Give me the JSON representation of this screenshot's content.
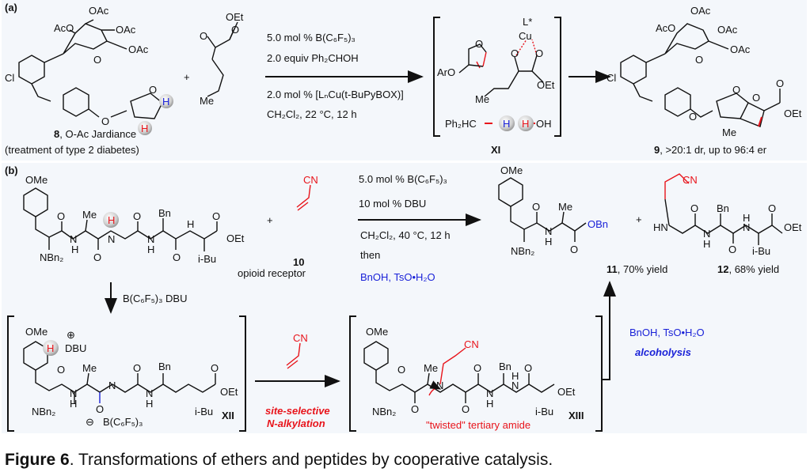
{
  "panel_a": {
    "label": "(a)",
    "sm8": {
      "atoms": [
        "OAc",
        "AcO",
        "OAc",
        "O",
        "OAc",
        "Cl",
        "O",
        "O",
        "H",
        "H"
      ],
      "number": "8",
      "name": ", O-Ac Jardiance",
      "note": "(treatment of type 2 diabetes)"
    },
    "ketoester": {
      "atoms": [
        "OEt",
        "O",
        "O",
        "Me"
      ],
      "plus": "+"
    },
    "conditions": {
      "line1": "5.0 mol %  B(C₆F₅)₃",
      "line2": "2.0 equiv   Ph₂CHOH",
      "line3": "2.0 mol %  [LₙCu(t-BuPyBOX)]",
      "line4": "CH₂Cl₂, 22 °C, 12 h"
    },
    "intermediate_XI": {
      "atoms": [
        "L*",
        "Cu",
        "O",
        "O",
        "O",
        "ArO",
        "OEt",
        "Me",
        "Ph₂HC",
        "H",
        "H",
        "OH"
      ],
      "label": "XI"
    },
    "product9": {
      "atoms": [
        "OAc",
        "AcO",
        "OAc",
        "O",
        "OAc",
        "Cl",
        "O",
        "O",
        "O",
        "OEt",
        "Me",
        "O"
      ],
      "number": "9",
      "desc": ", >20:1 dr, up to 96:4 er"
    }
  },
  "panel_b": {
    "label": "(b)",
    "peptide": {
      "atoms": [
        "OMe",
        "O",
        "Me",
        "H",
        "N",
        "O",
        "Bn",
        "H",
        "O",
        "N",
        "H",
        "N",
        "H",
        "OEt",
        "NBn₂",
        "O",
        "O",
        "i-Bu"
      ],
      "note": "opioid receptor"
    },
    "acrylonitrile": {
      "label": "CN",
      "number": "10",
      "plus": "+"
    },
    "conditions": {
      "line1": "5.0 mol %  B(C₆F₅)₃",
      "line2": "10 mol %   DBU",
      "line3": "CH₂Cl₂, 40 °C, 12 h",
      "line4": "then",
      "line5": "BnOH, TsO•H₂O"
    },
    "product11": {
      "atoms": [
        "OMe",
        "O",
        "Me",
        "N",
        "H",
        "NBn₂",
        "O",
        "OBn"
      ],
      "caption_num": "11",
      "caption": ", 70% yield"
    },
    "plus2": "+",
    "product12": {
      "atoms": [
        "CN",
        "HN",
        "O",
        "Bn",
        "N",
        "H",
        "H",
        "N",
        "O",
        "OEt",
        "O",
        "i-Bu"
      ],
      "caption_num": "12",
      "caption": ", 68% yield"
    },
    "down_arrow_reagents": "B(C₆F₅)₃   DBU",
    "intermediate_XII": {
      "atoms": [
        "OMe",
        "H",
        "DBU",
        "⊕",
        "O",
        "Me",
        "N",
        "H",
        "N",
        "O",
        "Bn",
        "N",
        "H",
        "O",
        "OEt",
        "NBn₂",
        "O",
        "B(C₆F₅)₃",
        "⊖",
        "i-Bu"
      ],
      "label": "XII"
    },
    "alkylation_reagent": "CN",
    "alkylation_label1": "site-selective",
    "alkylation_label2": "N-alkylation",
    "intermediate_XIII": {
      "atoms": [
        "OMe",
        "CN",
        "O",
        "Me",
        "N",
        "O",
        "Bn",
        "N",
        "H",
        "N",
        "H",
        "O",
        "OEt",
        "NBn₂",
        "O",
        "O",
        "i-Bu"
      ],
      "note": "\"twisted\" tertiary amide",
      "label": "XIII"
    },
    "alcoholysis_reagents": "BnOH, TsO•H₂O",
    "alcoholysis_label": "alcoholysis"
  },
  "caption": {
    "bold": "Figure 6",
    "text": ". Transformations of ethers and peptides by cooperative catalysis."
  }
}
